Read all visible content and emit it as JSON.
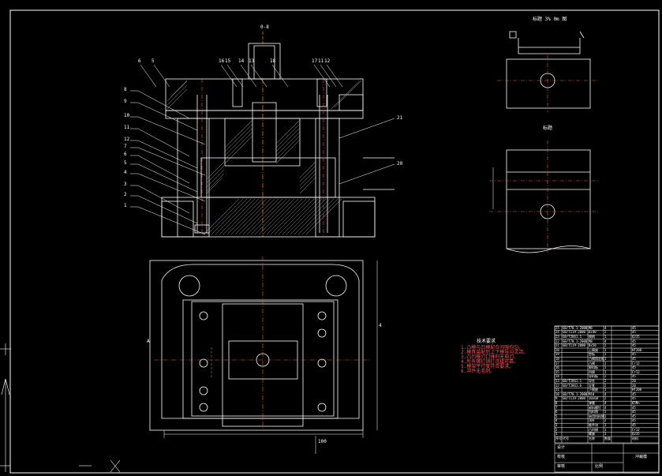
{
  "labels": {
    "top_dim": "0-8",
    "view_a_title": "标题 3% 0m 图",
    "view_b_title": "标题",
    "notes_title": "技术要求",
    "dim_left": "A",
    "dim_bottom": "100",
    "dim_right": "4"
  },
  "notes": [
    "1.凸模与凹模配合间隙均匀。",
    "2.模具装配后上下模导向灵活。",
    "3.凸凹模刃口锋利无崩刃。",
    "4.所有螺钉销钉连接可靠。",
    "5.模架平行度符合要求。",
    "6.冲件无毛刺。"
  ],
  "callouts_left": [
    "8",
    "9",
    "10",
    "11",
    "12",
    "7",
    "6",
    "5",
    "4",
    "3",
    "2",
    "1"
  ],
  "callouts_top": [
    "6",
    "5",
    "16",
    "15",
    "14",
    "13",
    "18",
    "17",
    "11",
    "12"
  ],
  "callouts_right": [
    "21",
    "20"
  ],
  "bom": {
    "rows": [
      [
        "25",
        "GB/T70.1-2000",
        "M6",
        "4",
        "45"
      ],
      [
        "24",
        "GB/T119-2000",
        "6x40",
        "2",
        "45"
      ],
      [
        "23",
        "GB/T2861.1",
        "模柄",
        "1",
        "Q235"
      ],
      [
        "22",
        "GB/T70.1-2000",
        "M8",
        "4",
        "45"
      ],
      [
        "21",
        "GB/T119-2000",
        "8x50",
        "2",
        "45"
      ],
      [
        "20",
        "",
        "上模座",
        "1",
        "HT200"
      ],
      [
        "19",
        "",
        "垫板",
        "1",
        "45"
      ],
      [
        "18",
        "",
        "凸模固定板",
        "1",
        "45"
      ],
      [
        "17",
        "",
        "凸模",
        "1",
        "Cr12"
      ],
      [
        "16",
        "",
        "卸料板",
        "1",
        "45"
      ],
      [
        "15",
        "",
        "凹模",
        "1",
        "Cr12"
      ],
      [
        "14",
        "",
        "导料板",
        "2",
        "45"
      ],
      [
        "13",
        "GB/T2861.1",
        "导柱",
        "2",
        "20"
      ],
      [
        "12",
        "GB/T2861.6",
        "导套",
        "2",
        "20"
      ],
      [
        "11",
        "",
        "下模座",
        "1",
        "HT200"
      ],
      [
        "10",
        "GB/T70.1-2000",
        "M10",
        "4",
        "45"
      ],
      [
        "9",
        "GB/T119-2000",
        "10x60",
        "2",
        "45"
      ],
      [
        "8",
        "",
        "弹簧",
        "4",
        "65Mn"
      ],
      [
        "7",
        "",
        "卸料螺钉",
        "4",
        "45"
      ],
      [
        "6",
        "",
        "挡料销",
        "1",
        "45"
      ],
      [
        "5",
        "",
        "始用挡料销",
        "1",
        "45"
      ],
      [
        "4",
        "",
        "顶杆",
        "2",
        "45"
      ],
      [
        "3",
        "",
        "推件块",
        "1",
        "45"
      ],
      [
        "2",
        "",
        "凸凹模",
        "1",
        "Cr12"
      ],
      [
        "1",
        "",
        "螺塞",
        "1",
        "Q235"
      ]
    ],
    "header": [
      "序号",
      "代号",
      "名称",
      "数量",
      "材料"
    ],
    "title_block": [
      "设计",
      "校核",
      "审核",
      "比例",
      "冲裁模"
    ]
  }
}
